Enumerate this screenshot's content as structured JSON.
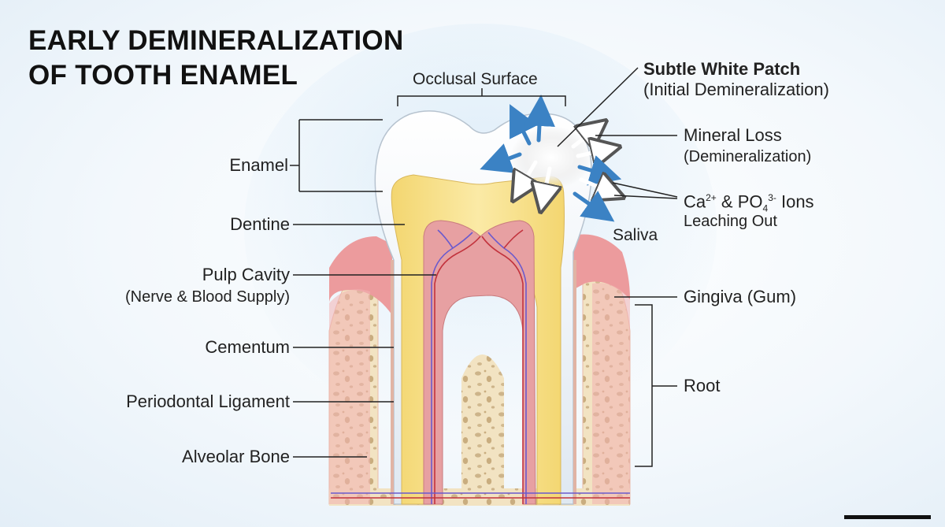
{
  "title": {
    "line1": "EARLY DEMINERALIZATION",
    "line2": "OF TOOTH ENAMEL"
  },
  "labels": {
    "occlusal_surface": "Occlusal Surface",
    "white_patch_title": "Subtle White Patch",
    "white_patch_sub": "(Initial Demineralization)",
    "mineral_loss_1": "Mineral Loss",
    "mineral_loss_2": "(Demineralization)",
    "ions_ca": "Ca",
    "ions_ca_sup": "2+",
    "ions_amp": " & PO",
    "ions_sub": "4",
    "ions_po_sup": "3-",
    "ions_suffix": " Ions",
    "ions_2": "Leaching Out",
    "saliva": "Saliva",
    "enamel": "Enamel",
    "dentine": "Dentine",
    "pulp_cavity": "Pulp Cavity",
    "pulp_cavity_sub": "(Nerve & Blood Supply)",
    "cementum": "Cementum",
    "periodontal_ligament": "Periodontal Ligament",
    "alveolar_bone": "Alveolar Bone",
    "gingiva": "Gingiva (Gum)",
    "root": "Root"
  },
  "colors": {
    "enamel": "#eef3f8",
    "dentine": "#f6e08a",
    "pulp": "#e7a0a2",
    "gum": "#ec9b9d",
    "bone": "#f2e3c2",
    "bone_pores": "#cdb48a",
    "arrow_blue": "#3b82c4",
    "nerve": "#6a5acd",
    "vessel": "#c2333d"
  }
}
